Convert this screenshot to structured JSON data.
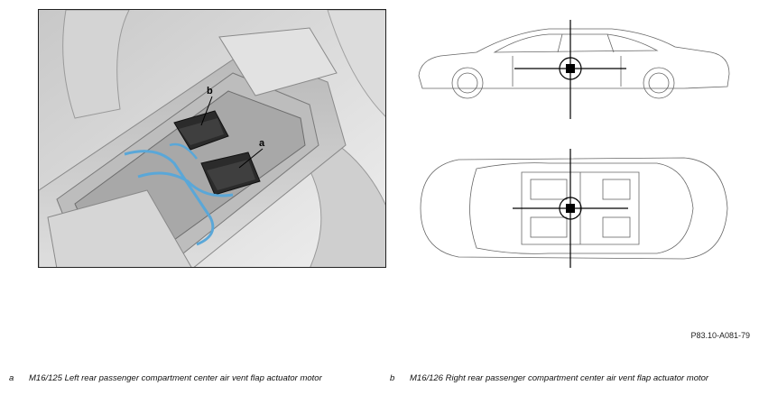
{
  "photo": {
    "callouts": {
      "a": "a",
      "b": "b"
    }
  },
  "figure_code": "P83.10-A081-79",
  "legend": [
    {
      "key": "a",
      "text": "M16/125 Left rear passenger compartment center air vent flap actuator motor"
    },
    {
      "key": "b",
      "text": "M16/126 Right rear passenger compartment center air vent flap actuator motor"
    }
  ]
}
